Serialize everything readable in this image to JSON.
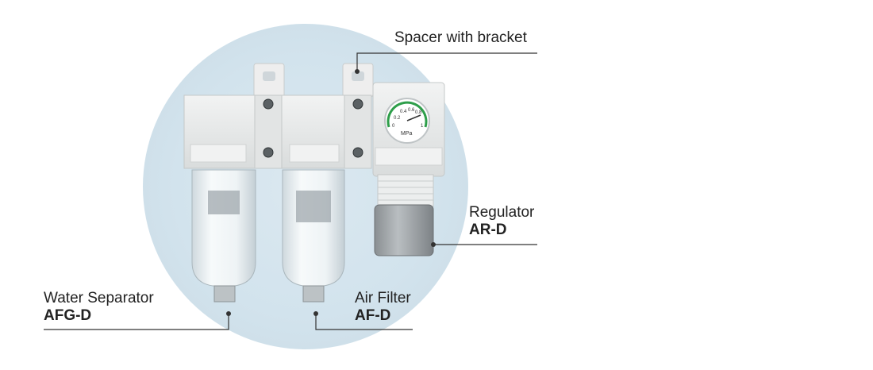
{
  "callouts": {
    "spacer": {
      "name": "Spacer with bracket"
    },
    "regulator": {
      "name": "Regulator",
      "model": "AR-D"
    },
    "water_separator": {
      "name": "Water Separator",
      "model": "AFG-D"
    },
    "air_filter": {
      "name": "Air Filter",
      "model": "AF-D"
    }
  },
  "gauge": {
    "unit": "MPa",
    "ticks": [
      "0.2",
      "0.4",
      "0.6",
      "0.8",
      "0",
      "1"
    ]
  },
  "colors": {
    "background_halo": "#d2e3ed",
    "body": "#e6e8e8",
    "leader_line": "#333333",
    "text": "#222222",
    "bowl": "#eef3f5",
    "gauge_green": "#2e9e4a"
  }
}
